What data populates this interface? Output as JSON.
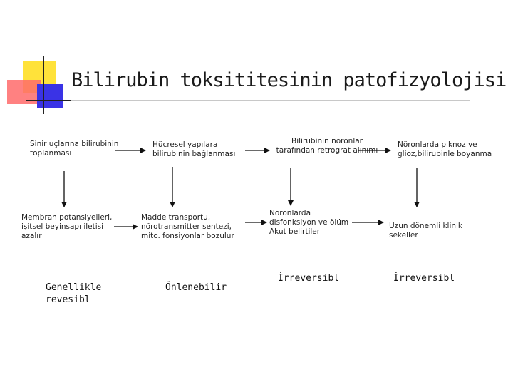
{
  "title": "Bilirubin toksititesinin patofizyolojisi",
  "row1": [
    "Sinir uçlarına bilirubinin toplanması",
    "Hücresel yapılara bilirubinin bağlanması",
    "Bilirubinin nöronlar tarafından retrograt alınımı",
    "Nöronlarda piknoz ve glioz,bilirubinle boyanma"
  ],
  "row2": [
    "Membran potansiyelleri, işitsel beyinsapı iletisi azalır",
    "Madde transportu, nörotransmitter sentezi, mito. fonsiyonlar bozulur",
    "Nöronlarda disfonksiyon ve ölüm Akut belirtiler",
    "Uzun dönemli klinik sekeller"
  ],
  "row3": [
    "Genellikle revesibl",
    "Önlenebilir",
    "İrreversibl",
    "İrreversibl"
  ]
}
